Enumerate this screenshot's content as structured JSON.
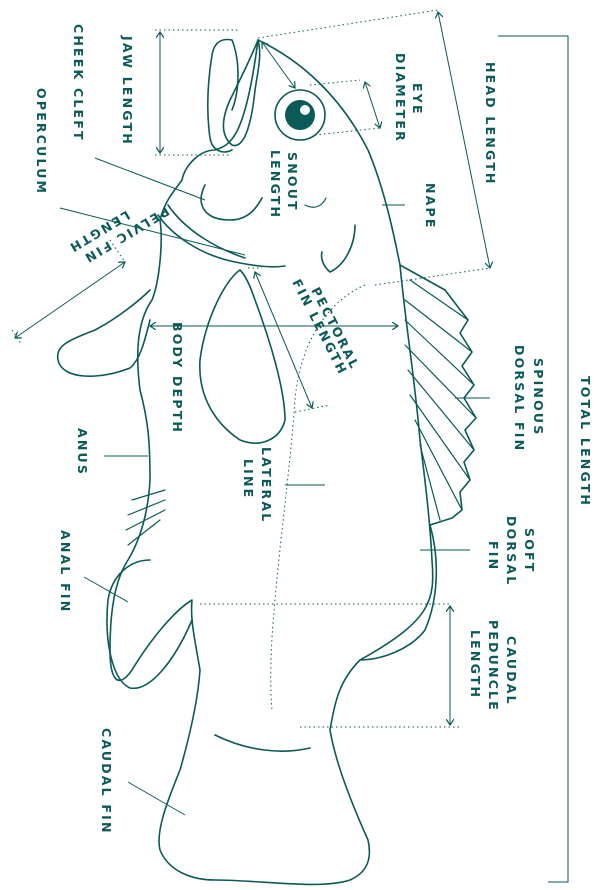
{
  "colors": {
    "ink": "#0b5a58",
    "background": "#ffffff"
  },
  "labels": {
    "jaw_length": "JAW LENGTH",
    "cheek_cleft": "CHEEK CLEFT",
    "operculum": "OPERCULUM",
    "pelvic_fin_length_line1": "PELVIC FIN",
    "pelvic_fin_length_line2": "LENGTH",
    "body_depth": "BODY DEPTH",
    "anus": "ANUS",
    "anal_fin": "ANAL FIN",
    "caudal_fin": "CAUDAL FIN",
    "eye_diameter_line1": "EYE",
    "eye_diameter_line2": "DIAMETER",
    "snout_length_line1": "SNOUT",
    "snout_length_line2": "LENGTH",
    "head_length": "HEAD LENGTH",
    "nape": "NAPE",
    "pectoral_fin_length_line1": "PECTORAL",
    "pectoral_fin_length_line2": "FIN LENGTH",
    "lateral_line_line1": "LATERAL",
    "lateral_line_line2": "LINE",
    "spinous_dorsal_fin_line1": "SPINOUS",
    "spinous_dorsal_fin_line2": "DORSAL FIN",
    "soft_dorsal_fin_line1": "SOFT",
    "soft_dorsal_fin_line2": "DORSAL",
    "soft_dorsal_fin_line3": "FIN",
    "caudal_peduncle_length_line1": "CAUDAL",
    "caudal_peduncle_length_line2": "PEDUNCLE",
    "caudal_peduncle_length_line3": "LENGTH",
    "total_length": "TOTAL LENGTH"
  }
}
